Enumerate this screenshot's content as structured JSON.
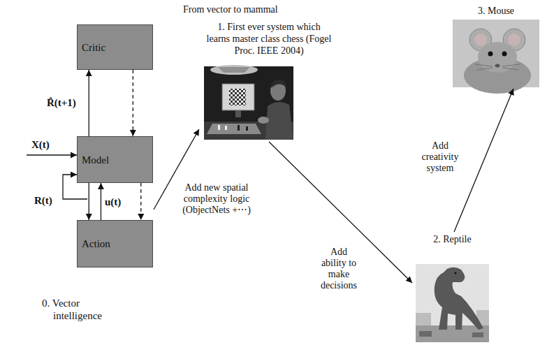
{
  "diagram": {
    "title": "From vector to mammal",
    "nodes": [
      {
        "text": [
          "0. Vector intelligence"
        ]
      },
      {
        "text": [
          "Critic"
        ],
        "in": 0
      },
      {
        "text": [
          "Model"
        ],
        "in": 0
      },
      {
        "text": [
          "Action"
        ],
        "in": 0
      },
      {
        "text": [
          "1. First ever system which learns master class chess (Fogel Proc. IEEE 2004)"
        ]
      },
      {
        "text": [
          "2. Reptile"
        ]
      },
      {
        "text": [
          "3. Mouse"
        ]
      }
    ],
    "edges": [
      {
        "from": 2,
        "to": 1,
        "arrow": "to",
        "label": "R̂(t+1)"
      },
      {
        "from": 1,
        "to": 2,
        "arrow": "to"
      },
      {
        "from": 2,
        "to": 3,
        "arrow": "to",
        "label": "R(t)"
      },
      {
        "from": 3,
        "to": 2,
        "arrow": "to",
        "label": "u(t)"
      },
      {
        "from": 2,
        "to": 3,
        "arrow": "to"
      },
      {
        "from": 0,
        "to": 4,
        "arrow": "to",
        "label": "Add new spatial complexity logic (ObjectNets +⋯)"
      },
      {
        "from": 4,
        "to": 5,
        "arrow": "to",
        "label": "Add ability to make decisions"
      },
      {
        "from": 5,
        "to": 6,
        "arrow": "to",
        "label": "Add creativity system"
      }
    ],
    "labels": [
      "X(t)"
    ]
  }
}
